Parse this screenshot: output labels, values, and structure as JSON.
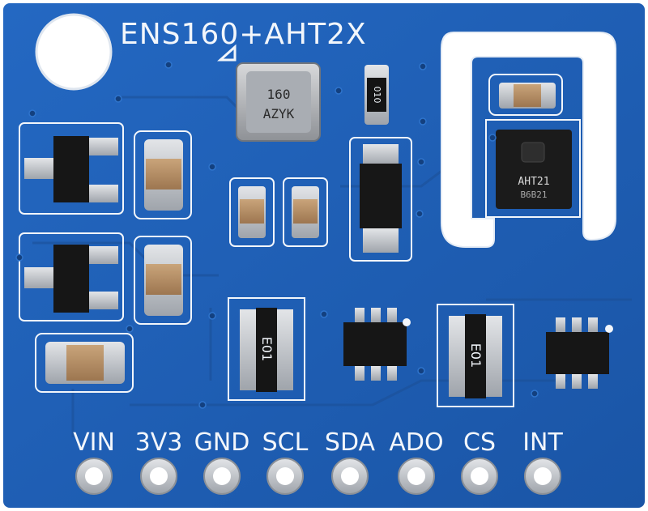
{
  "board": {
    "title": "ENS160+AHT2X",
    "colors": {
      "pcb": "#1f5fb5",
      "pcb_dark": "#184f9c",
      "silkscreen": "#f2f6fb",
      "pad": "#c9ccd1",
      "chip": "#1b1b1b",
      "ceramic": "#b99063"
    }
  },
  "chips": {
    "ens160_marking_line1": "160",
    "ens160_marking_line2": "AZYK",
    "aht_marking_line1": "AHT21",
    "aht_marking_line2": "B6B21",
    "resistor_array_left": "E01",
    "resistor_array_right": "E01",
    "resistor_small": "010"
  },
  "pins": [
    {
      "label": "VIN"
    },
    {
      "label": "3V3"
    },
    {
      "label": "GND"
    },
    {
      "label": "SCL"
    },
    {
      "label": "SDA"
    },
    {
      "label": "ADO"
    },
    {
      "label": "CS"
    },
    {
      "label": "INT"
    }
  ]
}
